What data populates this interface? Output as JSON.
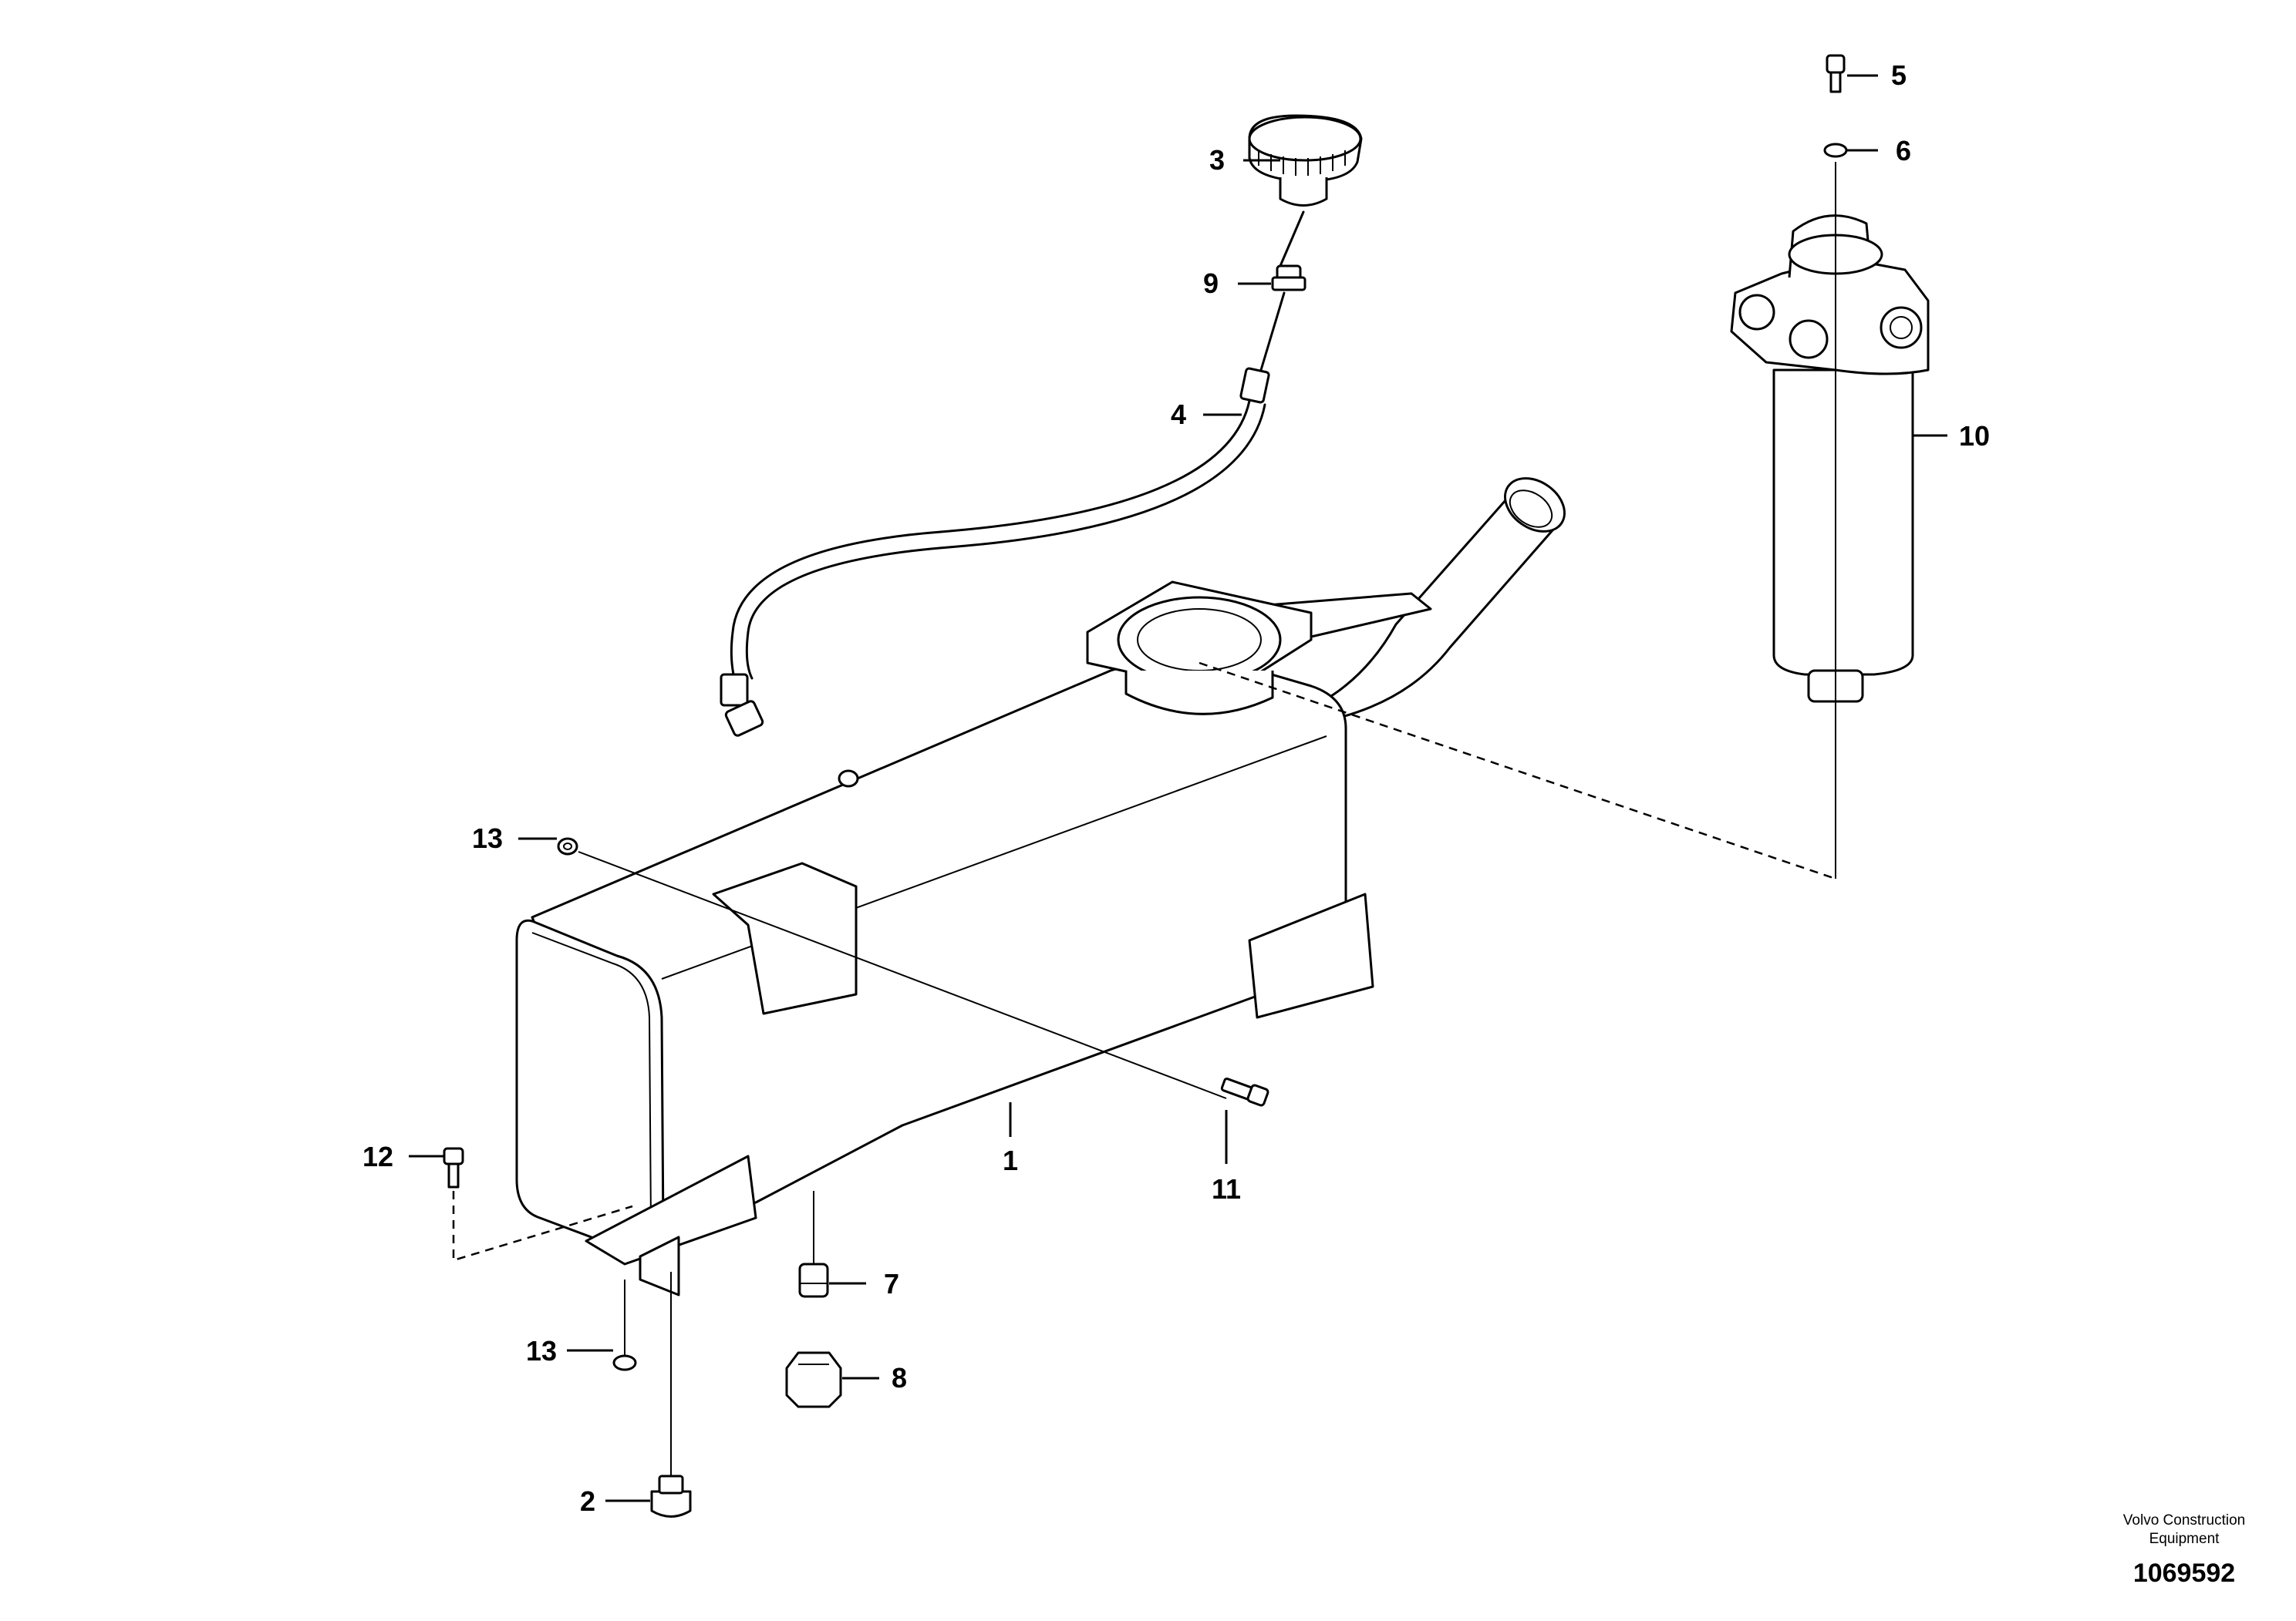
{
  "callouts": [
    {
      "id": "c1",
      "text": "1"
    },
    {
      "id": "c2",
      "text": "2"
    },
    {
      "id": "c3",
      "text": "3"
    },
    {
      "id": "c4",
      "text": "4"
    },
    {
      "id": "c5",
      "text": "5"
    },
    {
      "id": "c6",
      "text": "6"
    },
    {
      "id": "c7",
      "text": "7"
    },
    {
      "id": "c8",
      "text": "8"
    },
    {
      "id": "c9",
      "text": "9"
    },
    {
      "id": "c10",
      "text": "10"
    },
    {
      "id": "c11",
      "text": "11"
    },
    {
      "id": "c12",
      "text": "12"
    },
    {
      "id": "c13a",
      "text": "13"
    },
    {
      "id": "c13b",
      "text": "13"
    }
  ],
  "footer": {
    "company_line1": "Volvo Construction",
    "company_line2": "Equipment",
    "document_number": "1069592"
  }
}
